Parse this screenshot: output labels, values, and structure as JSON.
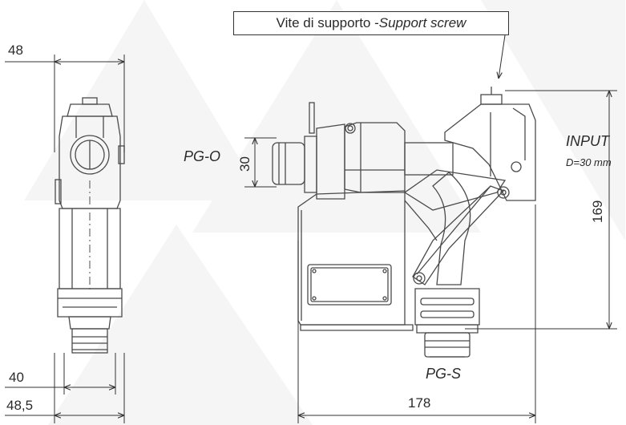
{
  "callout": {
    "text": "Vite di supporto - ",
    "text_italic": "Support screw"
  },
  "labels": {
    "pg_o": "PG-O",
    "pg_s": "PG-S",
    "input": "INPUT",
    "input_d": "D=30 mm"
  },
  "dimensions": {
    "side_top_width": "48",
    "side_bottom_width_1": "40",
    "side_bottom_width_2": "48,5",
    "outlet_diameter": "30",
    "overall_height": "169",
    "overall_width": "178"
  },
  "colors": {
    "line": "#4a4a4a",
    "dim": "#333333",
    "background": "#ffffff",
    "watermark": "#f4f4f4"
  }
}
